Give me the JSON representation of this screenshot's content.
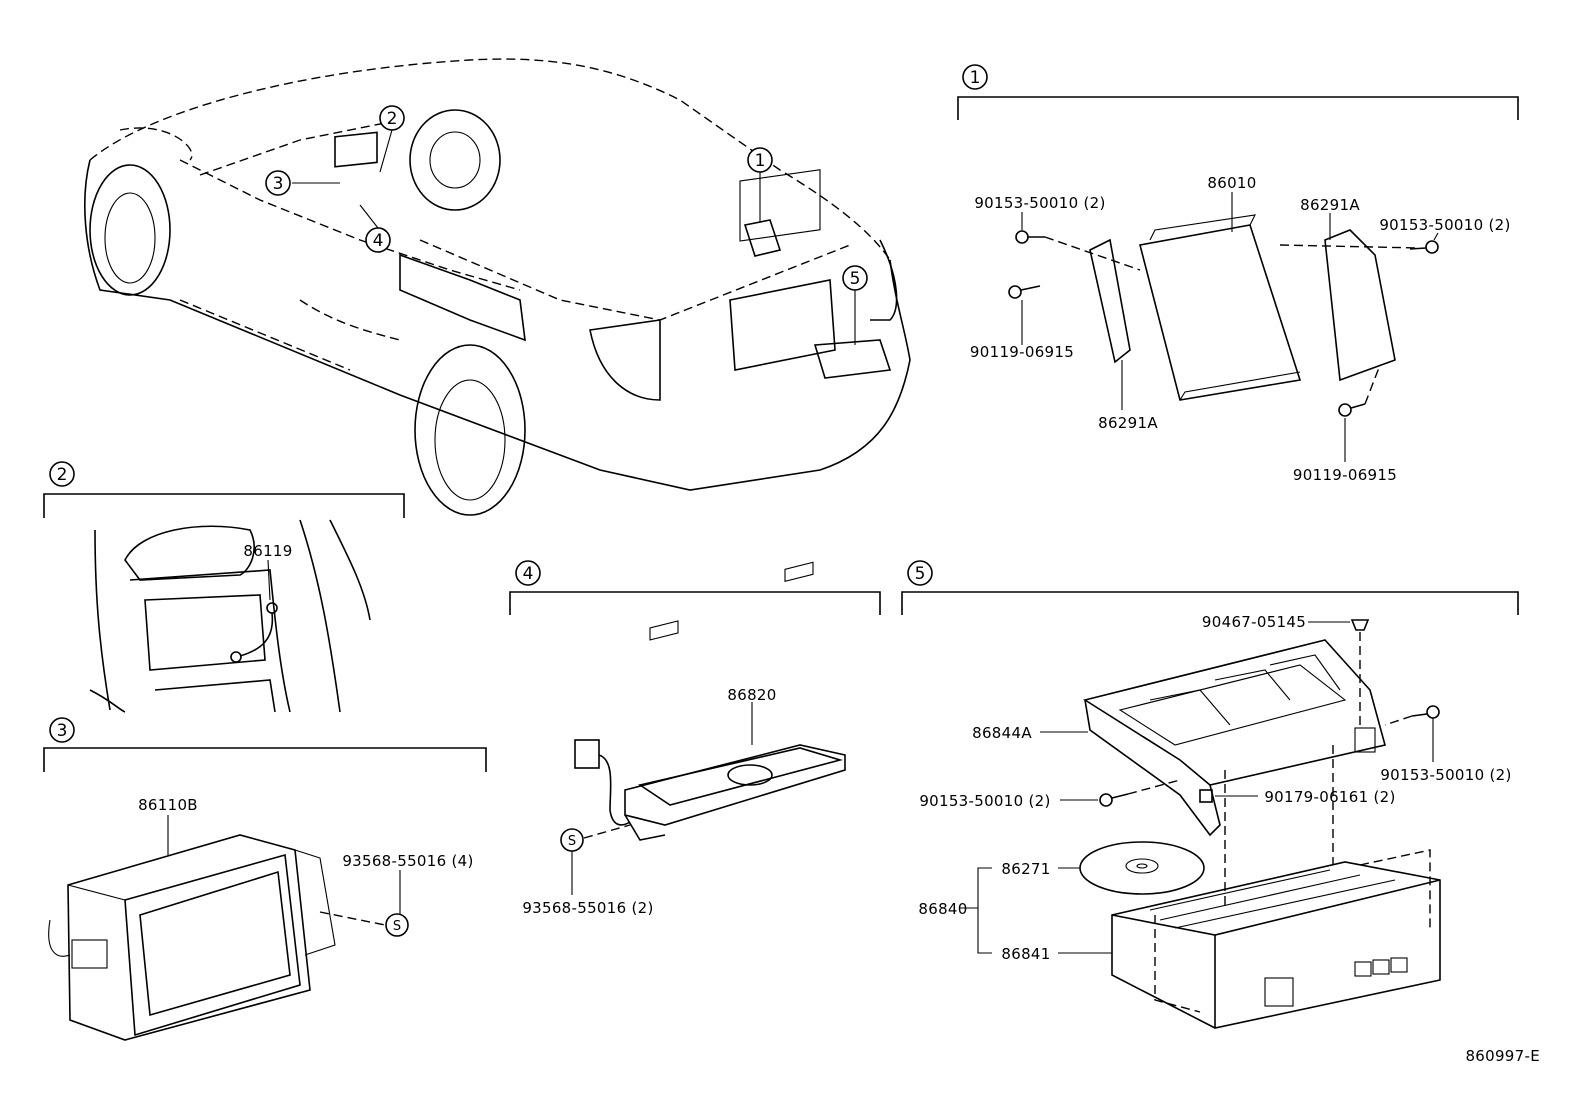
{
  "sections": {
    "s1": "1",
    "s2": "2",
    "s3": "3",
    "s4": "4",
    "s5": "5"
  },
  "car_callouts": {
    "c1": "1",
    "c2": "2",
    "c3": "3",
    "c4": "4",
    "c5": "5"
  },
  "parts": {
    "p86010": "86010",
    "p86291A_right": "86291A",
    "p86291A_left": "86291A",
    "p90153_tl": "90153-50010 (2)",
    "p90153_tr": "90153-50010 (2)",
    "p90119_l": "90119-06915",
    "p90119_r": "90119-06915",
    "p86119": "86119",
    "p86110B": "86110B",
    "p93568_4": "93568-55016 (4)",
    "p86820": "86820",
    "p93568_2": "93568-55016 (2)",
    "p90467": "90467-05145",
    "p86844A": "86844A",
    "p90153_5r": "90153-50010 (2)",
    "p90153_5l": "90153-50010 (2)",
    "p90179": "90179-06161 (2)",
    "p86271": "86271",
    "p86840": "86840",
    "p86841": "86841"
  },
  "symbols": {
    "s_a": "S",
    "s_b": "S"
  },
  "diagram_code": "860997-E"
}
